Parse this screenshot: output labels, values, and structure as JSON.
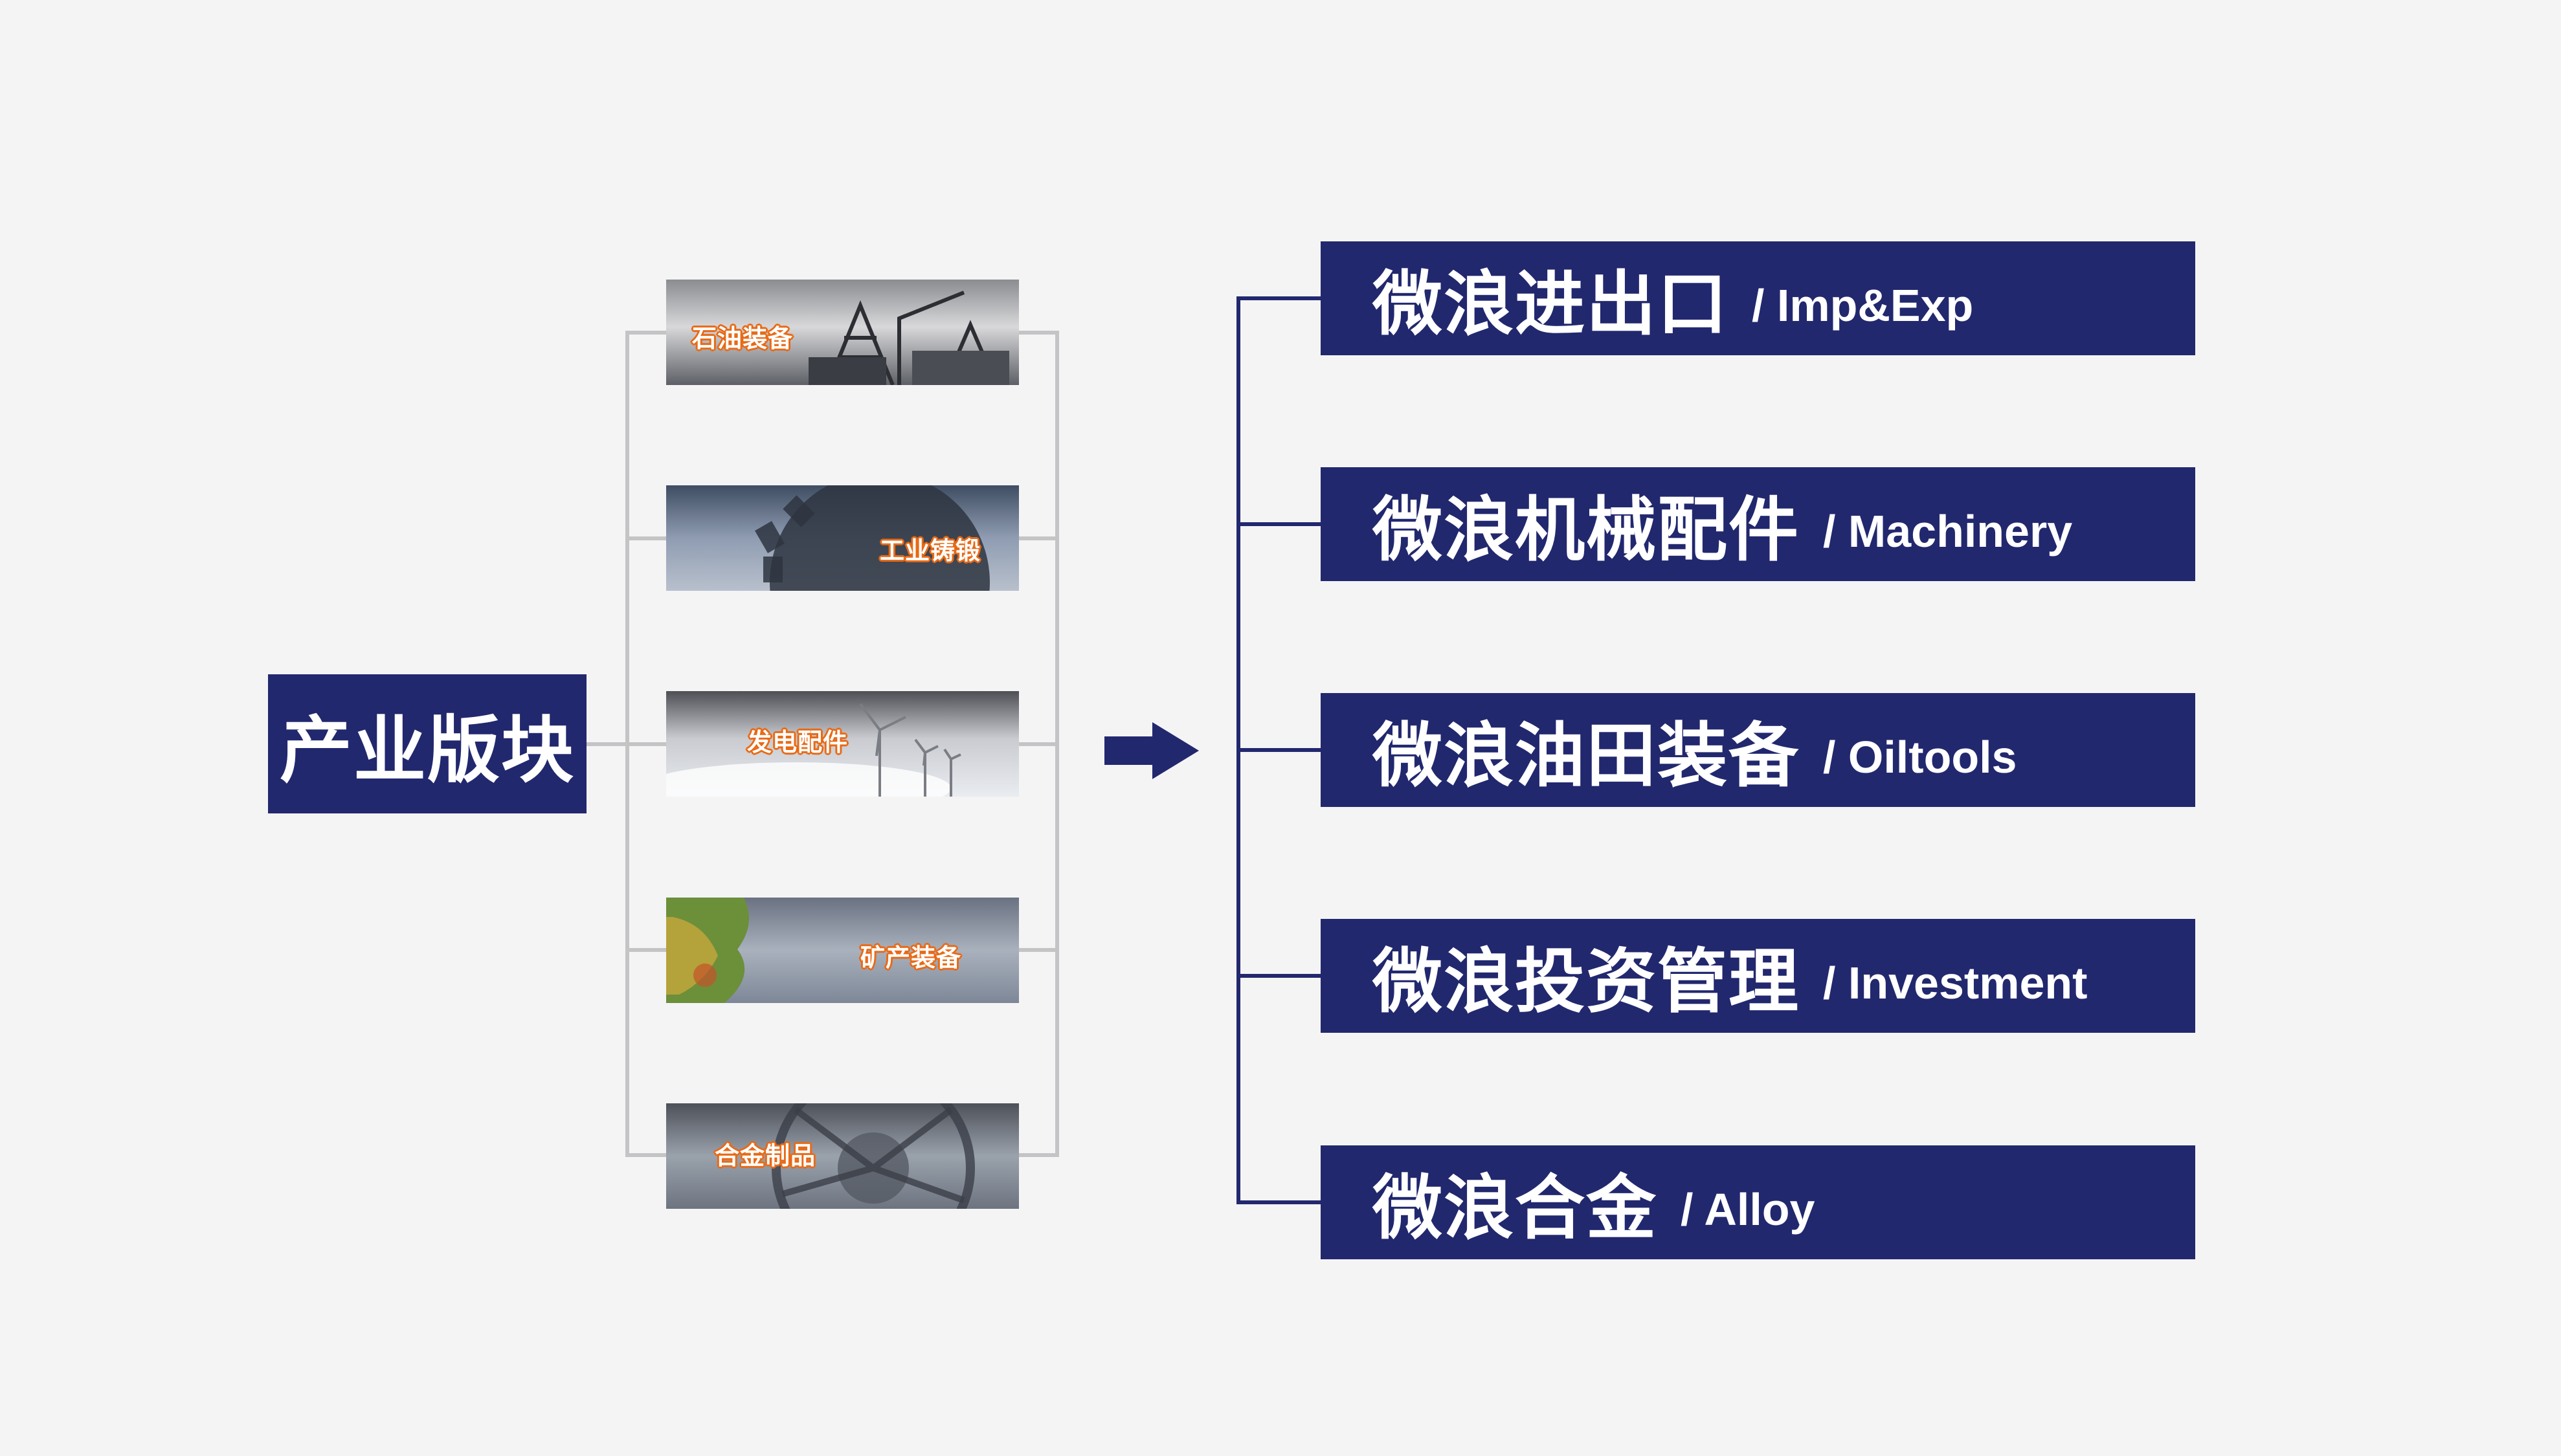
{
  "root": {
    "label": "产业版块"
  },
  "thumbnails": [
    {
      "label": "石油装备"
    },
    {
      "label": "工业铸锻"
    },
    {
      "label": "发电配件"
    },
    {
      "label": "矿产装备"
    },
    {
      "label": "合金制品"
    }
  ],
  "categories": [
    {
      "zh": "微浪进出口",
      "en": "/ Imp&Exp"
    },
    {
      "zh": "微浪机械配件",
      "en": "/ Machinery"
    },
    {
      "zh": "微浪油田装备",
      "en": "/ Oiltools"
    },
    {
      "zh": "微浪投资管理",
      "en": "/ Investment"
    },
    {
      "zh": "微浪合金",
      "en": "/ Alloy"
    }
  ],
  "colors": {
    "background": "#f4f4f5",
    "navy": "#22286e",
    "connector_gray": "#c4c4c6",
    "label_orange": "#e86a16"
  }
}
